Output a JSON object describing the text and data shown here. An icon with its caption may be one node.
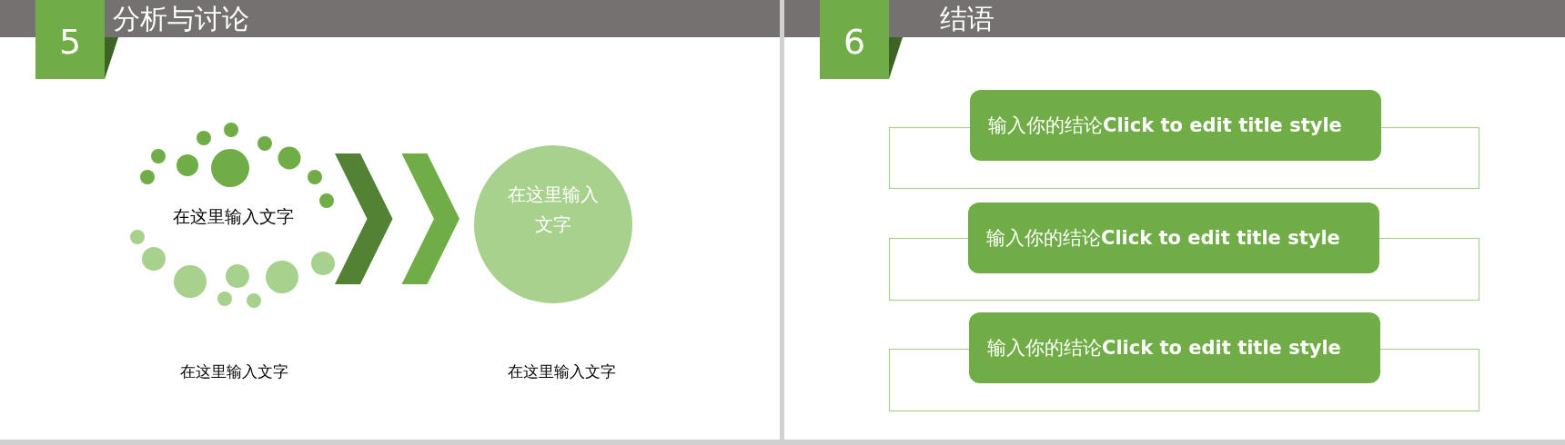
{
  "diagram": {
    "nodes": [
      {
        "text": [
          "分析与讨论"
        ]
      },
      {
        "text": [
          "5"
        ]
      },
      {
        "text": [
          "在这里输入文字"
        ],
        "beside": [
          "在这里输入文字"
        ]
      },
      {
        "text": [
          "在这里输入文字"
        ],
        "beside": [
          "在这里输入文字"
        ]
      },
      {
        "text": [
          "结语"
        ]
      },
      {
        "text": [
          "6"
        ]
      },
      {
        "text": [
          "输入你的结论**Click to edit title style**"
        ]
      },
      {
        "text": [
          "输入你的结论**Click to edit title style**"
        ]
      },
      {
        "text": [
          "输入你的结论**Click to edit title style**"
        ]
      }
    ],
    "edges": [
      {
        "from": 2,
        "to": 3,
        "arrow": "to"
      }
    ]
  }
}
